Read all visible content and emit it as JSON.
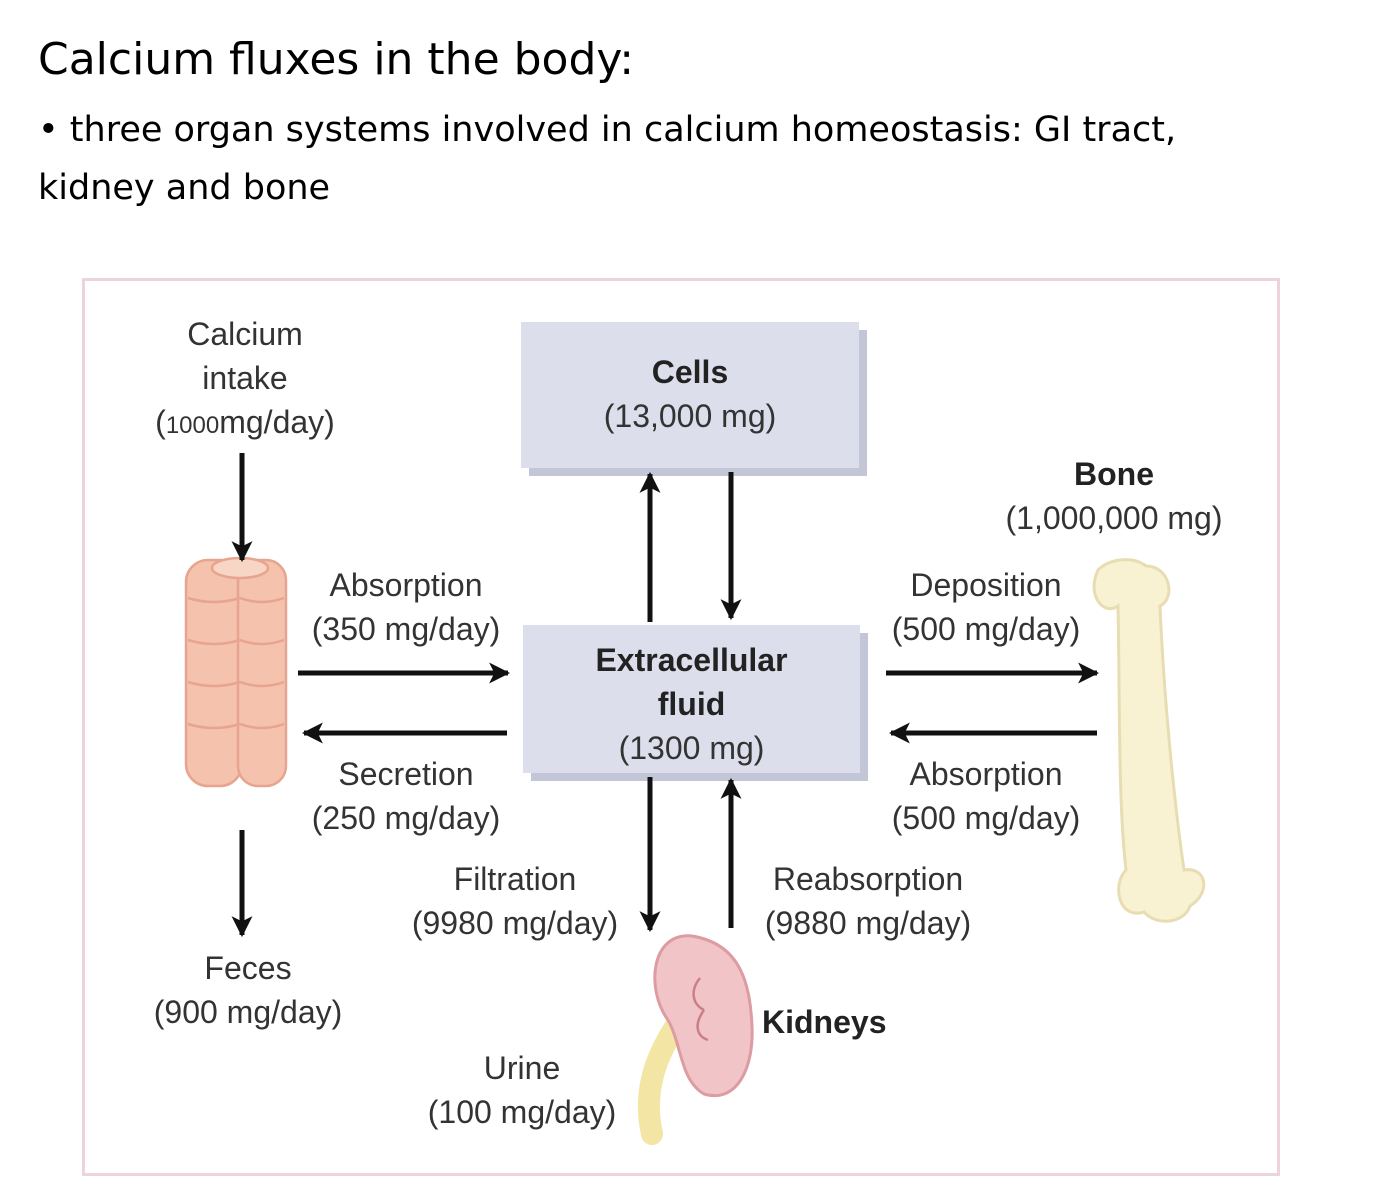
{
  "heading": {
    "title": "Calcium fluxes in the body:",
    "bullet_marker": "•",
    "bullet_line1": "three organ systems involved in calcium homeostasis: GI tract,",
    "bullet_line2": "kidney and bone"
  },
  "diagram": {
    "intake": {
      "line1": "Calcium",
      "line2": "intake",
      "open": "(",
      "amount": "1000",
      "rate": "mg/day)"
    },
    "cells": {
      "name": "Cells",
      "amount": "(13,000 mg)"
    },
    "ecf": {
      "line1": "Extracellular",
      "line2": "fluid",
      "amount": "(1300 mg)"
    },
    "bone": {
      "name": "Bone",
      "amount": "(1,000,000 mg)"
    },
    "gi_absorption": {
      "label": "Absorption",
      "amount": "(350 mg/day)"
    },
    "gi_secretion": {
      "label": "Secretion",
      "amount": "(250 mg/day)"
    },
    "deposition": {
      "label": "Deposition",
      "amount": "(500 mg/day)"
    },
    "bone_absorption": {
      "label": "Absorption",
      "amount": "(500 mg/day)"
    },
    "filtration": {
      "label": "Filtration",
      "amount": "(9980 mg/day)"
    },
    "reabsorption": {
      "label": "Reabsorption",
      "amount": "(9880 mg/day)"
    },
    "feces": {
      "label": "Feces",
      "amount": "(900 mg/day)"
    },
    "urine": {
      "label": "Urine",
      "amount": "(100 mg/day)"
    },
    "kidneys": {
      "label": "Kidneys"
    }
  },
  "colors": {
    "box_fill": "#dcdeec",
    "frame_border": "#ecd3de",
    "intestine": "#f4c2ad",
    "bone": "#f8f2d2",
    "kidney": "#f1c4c7",
    "ureter": "#f3e5a3"
  }
}
